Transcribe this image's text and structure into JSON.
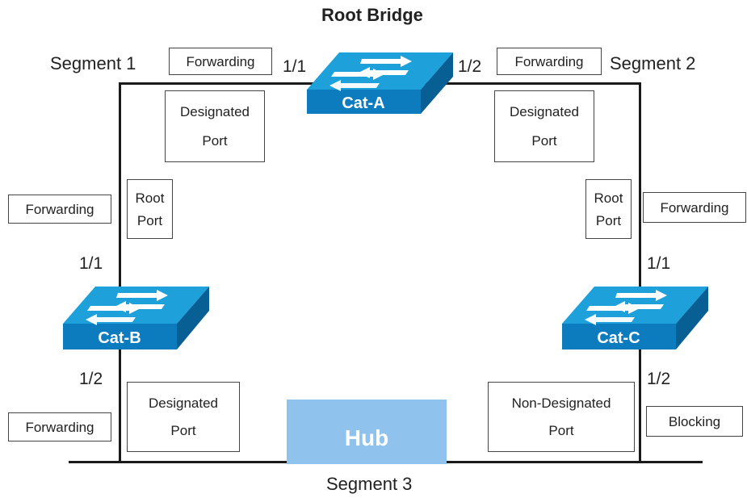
{
  "title": "Root Bridge",
  "segments": {
    "segment1": "Segment 1",
    "segment2": "Segment 2",
    "segment3": "Segment 3"
  },
  "switches": {
    "cat_a": "Cat-A",
    "cat_b": "Cat-B",
    "cat_c": "Cat-C"
  },
  "hub": "Hub",
  "ports": {
    "a_1_1": "1/1",
    "a_1_2": "1/2",
    "b_1_1": "1/1",
    "b_1_2": "1/2",
    "c_1_1": "1/1",
    "c_1_2": "1/2"
  },
  "states": {
    "a_1_1": "Forwarding",
    "a_1_2": "Forwarding",
    "b_1_1": "Forwarding",
    "b_1_2": "Forwarding",
    "c_1_1": "Forwarding",
    "c_1_2": "Blocking"
  },
  "roles": {
    "a_1_1": {
      "line1": "Designated",
      "line2": "Port"
    },
    "a_1_2": {
      "line1": "Designated",
      "line2": "Port"
    },
    "b_1_1": {
      "line1": "Root",
      "line2": "Port"
    },
    "c_1_1": {
      "line1": "Root",
      "line2": "Port"
    },
    "b_1_2": {
      "line1": "Designated",
      "line2": "Port"
    },
    "c_1_2": {
      "line1": "Non-Designated",
      "line2": "Port"
    }
  },
  "colors": {
    "switch_top": "#1ea0db",
    "switch_front": "#0c7cbf",
    "switch_side": "#075f94",
    "hub": "#8fc3ee",
    "wire": "#1a1a1a"
  }
}
